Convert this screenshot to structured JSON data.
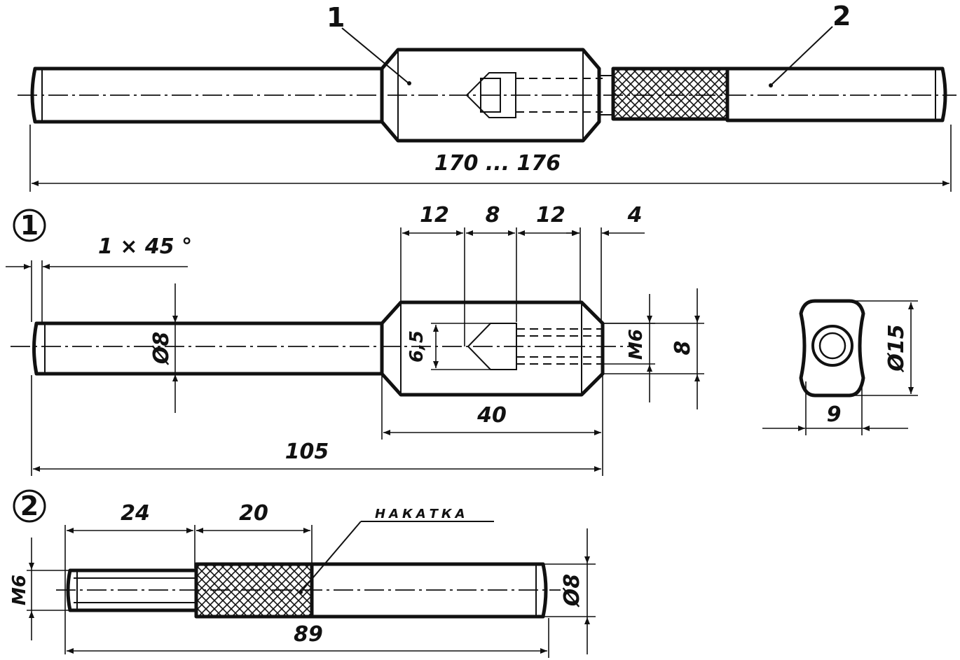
{
  "assembly": {
    "callout_1": "1",
    "callout_2": "2",
    "overall_length": "170 ... 176"
  },
  "part1": {
    "marker": "1",
    "chamfer": "1 × 45 °",
    "dims_top": [
      "12",
      "8",
      "12",
      "4"
    ],
    "shaft_diameter": "Ø8",
    "bore_width": "6,5",
    "thread": "M6",
    "end_height": "8",
    "block_length": "40",
    "total_length": "105",
    "end_view_diameter": "Ø15",
    "end_view_width": "9"
  },
  "part2": {
    "marker": "2",
    "thread_length": "24",
    "knurl_length": "20",
    "knurl_note": "НАКАТКА",
    "thread": "M6",
    "diameter": "Ø8",
    "total_length": "89"
  }
}
